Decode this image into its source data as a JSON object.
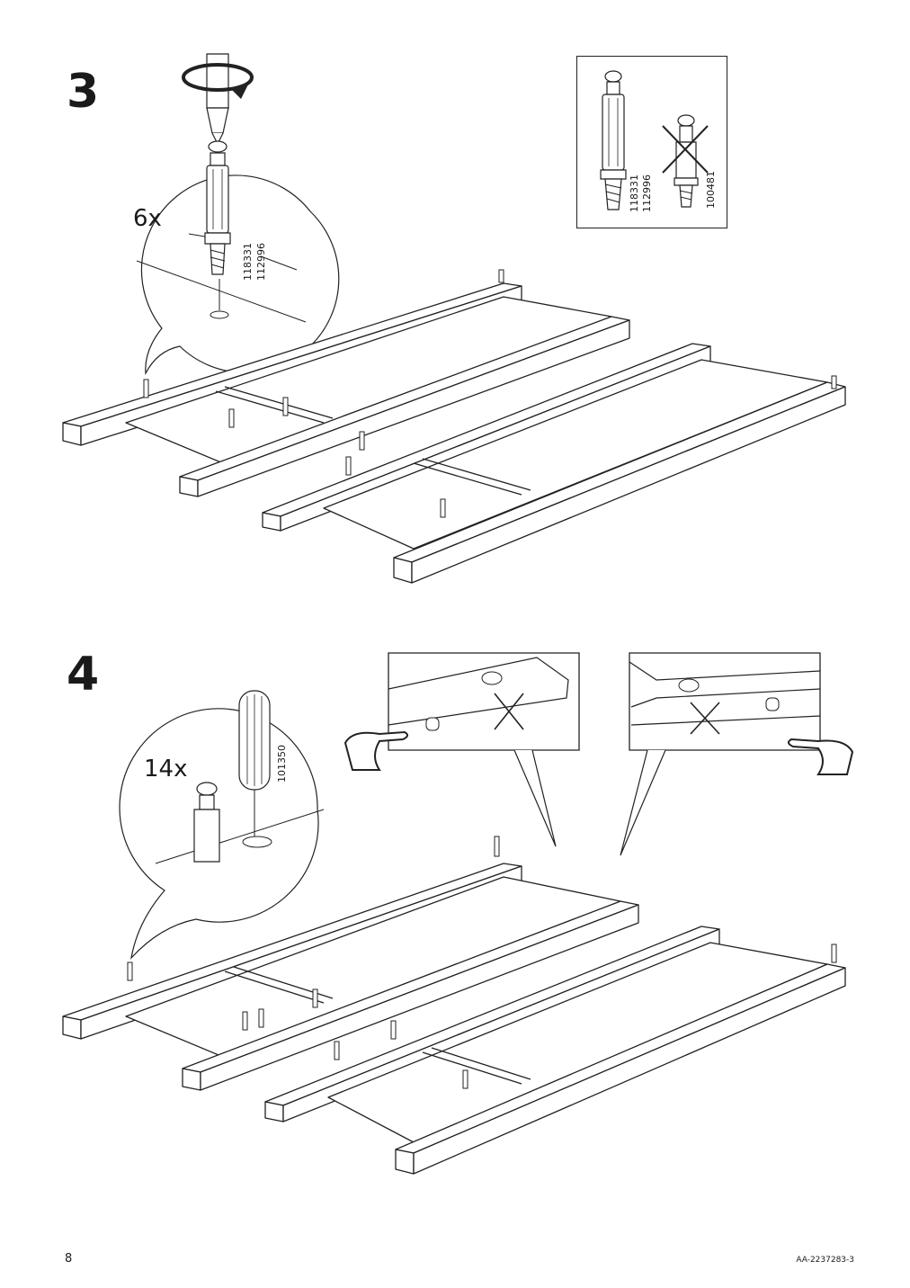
{
  "steps": [
    {
      "number": "3",
      "quantity": "6x",
      "part_numbers": [
        "118331",
        "112996"
      ],
      "reference_box": {
        "correct_part_numbers": [
          "118331",
          "112996"
        ],
        "wrong_part_number": "100481"
      }
    },
    {
      "number": "4",
      "quantity": "14x",
      "part_numbers": [
        "101350"
      ]
    }
  ],
  "footer": {
    "page_number": "8",
    "document_code": "AA-2237283-3"
  }
}
